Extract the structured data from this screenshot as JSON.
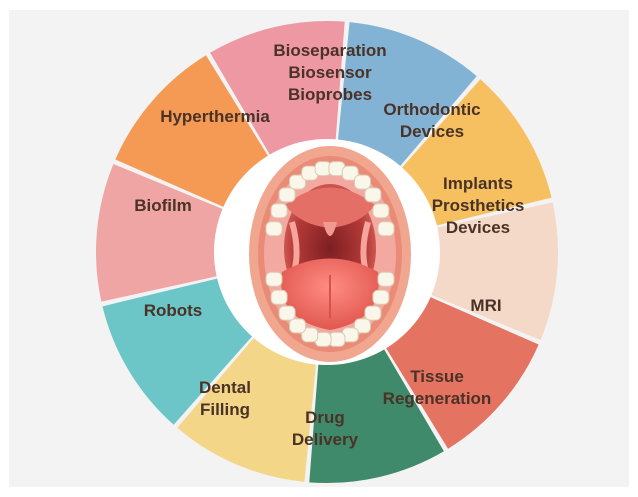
{
  "center": {
    "icon": "open-mouth-teeth-icon"
  },
  "segments": [
    {
      "id": "bioseparation",
      "lines": [
        "Bioseparation",
        "Biosensor",
        "Bioprobes"
      ],
      "color": "#f0a5a5"
    },
    {
      "id": "orthodontic",
      "lines": [
        "Orthodontic",
        "Devices"
      ],
      "color": "#f59a55"
    },
    {
      "id": "implants",
      "lines": [
        "Implants",
        "Prosthetics",
        "Devices"
      ],
      "color": "#ee98a4"
    },
    {
      "id": "mri",
      "lines": [
        "MRI"
      ],
      "color": "#83b3d4"
    },
    {
      "id": "tissue-regeneration",
      "lines": [
        "Tissue",
        "Regeneration"
      ],
      "color": "#f6c061"
    },
    {
      "id": "drug-delivery",
      "lines": [
        "Drug",
        "Delivery"
      ],
      "color": "#f4d8c8"
    },
    {
      "id": "dental-filling",
      "lines": [
        "Dental",
        "Filling"
      ],
      "color": "#e57362"
    },
    {
      "id": "robots",
      "lines": [
        "Robots"
      ],
      "color": "#3f8a6b"
    },
    {
      "id": "biofilm",
      "lines": [
        "Biofilm"
      ],
      "color": "#f3d688"
    },
    {
      "id": "hyperthermia",
      "lines": [
        "Hyperthermia"
      ],
      "color": "#6cc6c8"
    }
  ]
}
